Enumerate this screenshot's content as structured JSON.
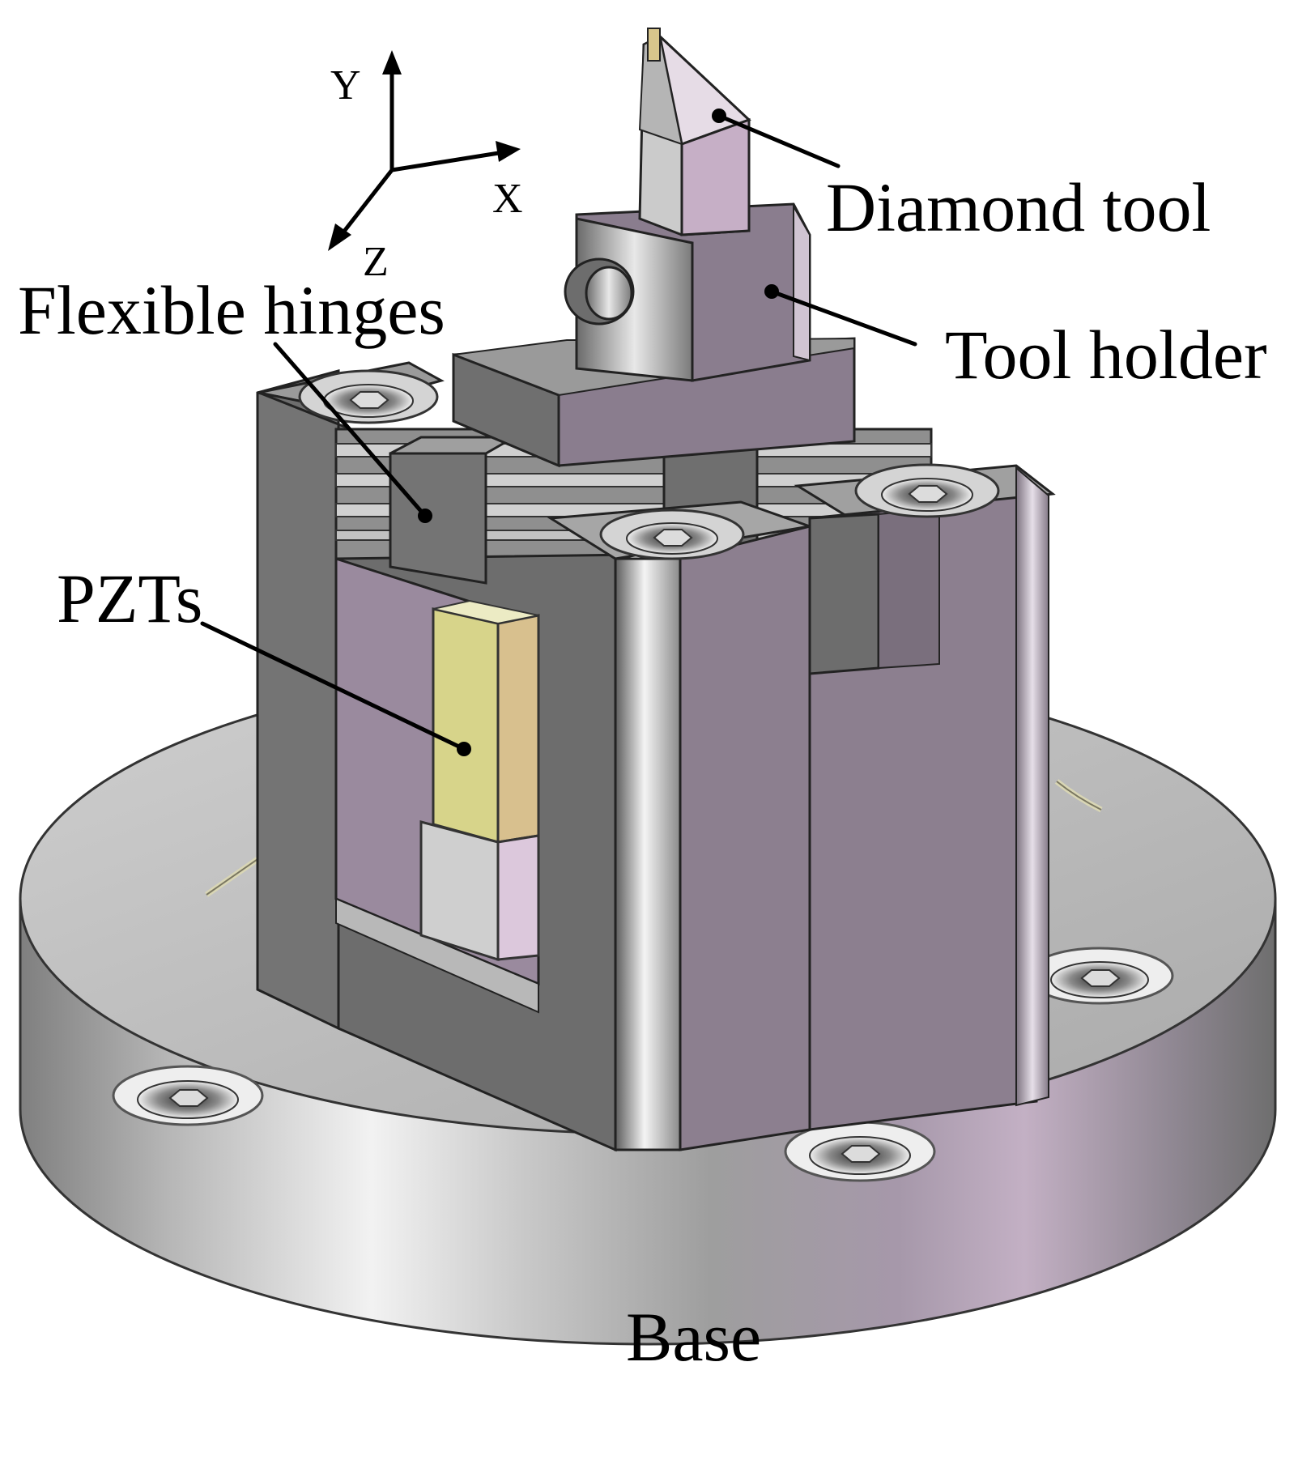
{
  "axes": {
    "y": "Y",
    "x": "X",
    "z": "Z"
  },
  "labels": {
    "diamond_tool": "Diamond tool",
    "tool_holder": "Tool holder",
    "flexible_hinges": "Flexible hinges",
    "pzts": "PZTs",
    "base": "Base"
  },
  "colors": {
    "frame_face": "#8c7f8f",
    "frame_side": "#6f6f70",
    "holder": "#8a7d8e",
    "pzt_front": "#d7d48a",
    "pzt_side": "#d8c08e",
    "base_top": "#bdbdbd",
    "base_side": "#a8a8a8",
    "diamond": "#e8dce6"
  }
}
